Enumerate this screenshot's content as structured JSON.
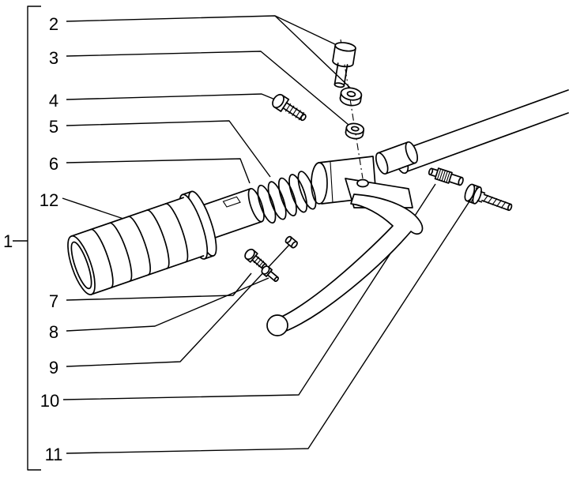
{
  "figure": {
    "type": "exploded-parts-diagram",
    "background": "#ffffff",
    "line_color": "#000000",
    "callouts": [
      {
        "number": "1"
      },
      {
        "number": "2"
      },
      {
        "number": "3"
      },
      {
        "number": "4"
      },
      {
        "number": "5"
      },
      {
        "number": "6"
      },
      {
        "number": "7"
      },
      {
        "number": "8"
      },
      {
        "number": "9"
      },
      {
        "number": "10"
      },
      {
        "number": "11"
      },
      {
        "number": "12"
      }
    ]
  }
}
